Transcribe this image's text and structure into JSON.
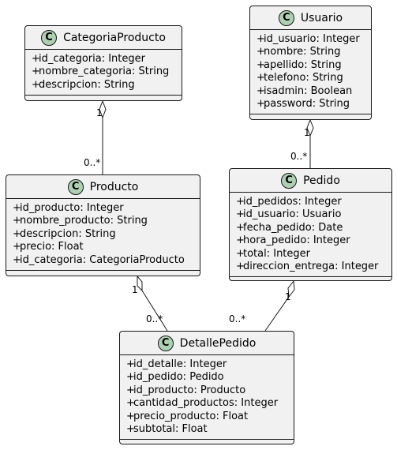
{
  "classes": {
    "categoria_producto": {
      "name": "CategoriaProducto",
      "badge": "C",
      "attributes": [
        "id_categoria: Integer",
        "nombre_categoria: String",
        "descripcion: String"
      ]
    },
    "usuario": {
      "name": "Usuario",
      "badge": "C",
      "attributes": [
        "id_usuario: Integer",
        "nombre: String",
        "apellido: String",
        "telefono: String",
        "isadmin: Boolean",
        "password: String"
      ]
    },
    "producto": {
      "name": "Producto",
      "badge": "C",
      "attributes": [
        "id_producto: Integer",
        "nombre_producto: String",
        "descripcion: String",
        "precio: Float",
        "id_categoria: CategoriaProducto"
      ]
    },
    "pedido": {
      "name": "Pedido",
      "badge": "C",
      "attributes": [
        "id_pedidos: Integer",
        "id_usuario: Usuario",
        "fecha_pedido: Date",
        "hora_pedido: Integer",
        "total: Integer",
        "direccion_entrega: Integer"
      ]
    },
    "detalle_pedido": {
      "name": "DetallePedido",
      "badge": "C",
      "attributes": [
        "id_detalle: Integer",
        "id_pedido: Pedido",
        "id_producto: Producto",
        "cantidad_productos: Integer",
        "precio_producto: Float",
        "subtotal: Float"
      ]
    }
  },
  "visibility_marker": "+",
  "relations": [
    {
      "from": "CategoriaProducto",
      "to": "Producto",
      "from_mult": "1",
      "to_mult": "0..*",
      "kind": "aggregation"
    },
    {
      "from": "Usuario",
      "to": "Pedido",
      "from_mult": "1",
      "to_mult": "0..*",
      "kind": "aggregation"
    },
    {
      "from": "Producto",
      "to": "DetallePedido",
      "from_mult": "1",
      "to_mult": "0..*",
      "kind": "aggregation"
    },
    {
      "from": "Pedido",
      "to": "DetallePedido",
      "from_mult": "1",
      "to_mult": "0..*",
      "kind": "aggregation"
    }
  ],
  "colors": {
    "class_fill": "#f1f1f1",
    "badge_fill": "#add1b2",
    "border": "#181818"
  }
}
